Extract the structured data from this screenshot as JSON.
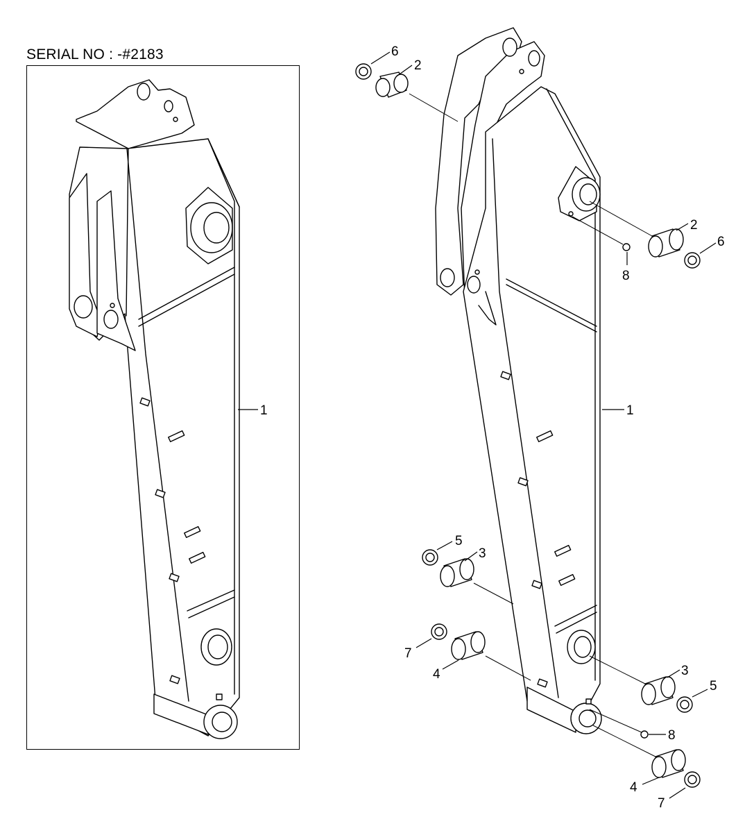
{
  "header": {
    "serial_label": "SERIAL NO : -#2183"
  },
  "callouts": {
    "left_1": "1",
    "right_1": "1",
    "pin_top_left_6": "6",
    "pin_top_left_2": "2",
    "pin_top_right_2": "2",
    "pin_top_right_6": "6",
    "nipple_top_8": "8",
    "mid_left_5": "5",
    "mid_left_3": "3",
    "low_left_7": "7",
    "low_left_4": "4",
    "mid_right_3": "3",
    "mid_right_5": "5",
    "nipple_bottom_8": "8",
    "low_right_4": "4",
    "low_right_7": "7"
  }
}
